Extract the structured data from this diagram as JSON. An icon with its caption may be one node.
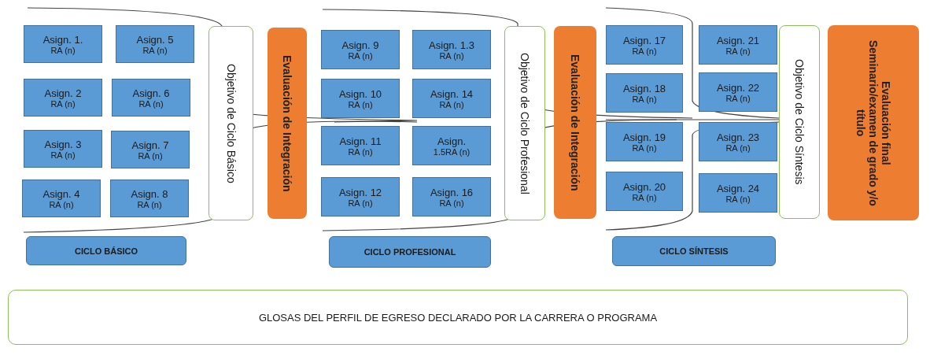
{
  "diagram": {
    "nodes": [
      {
        "text": [
          "Asign. 1.",
          "RA (n)"
        ]
      },
      {
        "text": [
          "Asign. 2",
          "RA (n)"
        ]
      },
      {
        "text": [
          "Asign. 3",
          "RA (n)"
        ]
      },
      {
        "text": [
          "Asign. 4",
          "RA (n)"
        ]
      },
      {
        "text": [
          "Asign. 5",
          "RA (n)"
        ]
      },
      {
        "text": [
          "Asign. 6",
          "RA (n)"
        ]
      },
      {
        "text": [
          "Asign. 7",
          "RA (n)"
        ]
      },
      {
        "text": [
          "Asign. 8",
          "RA (n)"
        ]
      },
      {
        "text": [
          "Objetivo de Ciclo Básico"
        ]
      },
      {
        "text": [
          "Evaluación de Integración"
        ]
      },
      {
        "text": [
          "Asign. 9",
          "RA (n)"
        ]
      },
      {
        "text": [
          "Asign. 10",
          "RA (n)"
        ]
      },
      {
        "text": [
          "Asign. 11",
          "RA (n)"
        ]
      },
      {
        "text": [
          "Asign. 12",
          "RA (n)"
        ]
      },
      {
        "text": [
          "Asign. 1.3",
          "RA (n)"
        ]
      },
      {
        "text": [
          "Asign. 14",
          "RA (n)"
        ]
      },
      {
        "text": [
          "Asign.",
          "1.5RA (n)"
        ]
      },
      {
        "text": [
          "Asign. 16",
          "RA (n)"
        ]
      },
      {
        "text": [
          "Objetivo de Ciclo Profesional"
        ]
      },
      {
        "text": [
          "Evaluación de Integración"
        ]
      },
      {
        "text": [
          "Asign. 17",
          "RA (n)"
        ]
      },
      {
        "text": [
          "Asign. 18",
          "RA (n)"
        ]
      },
      {
        "text": [
          "Asign. 19",
          "RA (n)"
        ]
      },
      {
        "text": [
          "Asign. 20",
          "RA (n)"
        ]
      },
      {
        "text": [
          "Asign. 21",
          "RA (n)"
        ]
      },
      {
        "text": [
          "Asign. 22",
          "RA (n)"
        ]
      },
      {
        "text": [
          "Asign. 23",
          "RA (n)"
        ]
      },
      {
        "text": [
          "Asign. 24",
          "RA (n)"
        ]
      },
      {
        "text": [
          "Objetivo de Ciclo Síntesis"
        ]
      },
      {
        "text": [
          "Evaluación final Seminario/examen de grado y/o título"
        ]
      },
      {
        "text": [
          "CICLO BÁSICO"
        ]
      },
      {
        "text": [
          "CICLO PROFESIONAL"
        ]
      },
      {
        "text": [
          "CICLO SÍNTESIS"
        ]
      },
      {
        "text": [
          "GLOSAS DEL PERFIL DE EGRESO DECLARADO POR LA CARRERA O PROGRAMA"
        ]
      }
    ],
    "edges": []
  }
}
